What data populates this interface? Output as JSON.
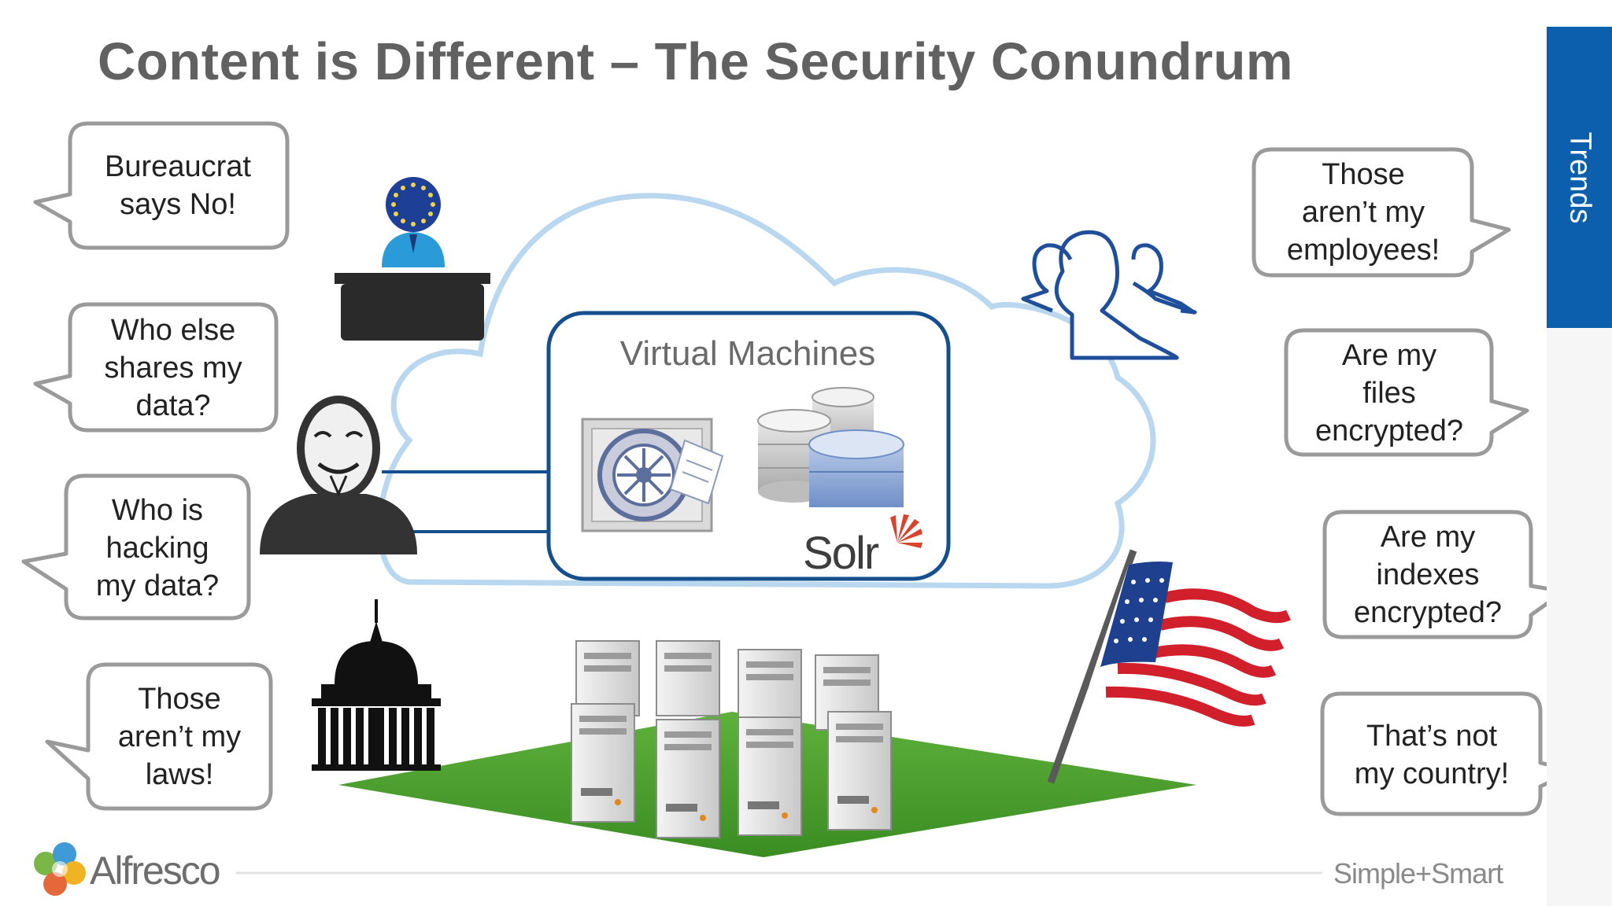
{
  "slide": {
    "title": "Content is Different – The Security Conundrum",
    "side_tab": "Trends"
  },
  "bubbles": [
    {
      "id": "bureaucrat",
      "text": "Bureaucrat\nsays No!"
    },
    {
      "id": "who-shares",
      "text": "Who else\nshares my\ndata?"
    },
    {
      "id": "who-hacking",
      "text": "Who is\nhacking\nmy data?"
    },
    {
      "id": "not-my-laws",
      "text": "Those\naren’t my\nlaws!"
    },
    {
      "id": "not-employees",
      "text": "Those\naren’t my\nemployees!"
    },
    {
      "id": "files-encrypted",
      "text": "Are my\nfiles\nencrypted?"
    },
    {
      "id": "indexes-encrypted",
      "text": "Are my\nindexes\nencrypted?"
    },
    {
      "id": "not-my-country",
      "text": "That’s not\nmy country!"
    }
  ],
  "cloud": {
    "vm_label": "Virtual Machines",
    "solr_label": "Solr"
  },
  "footer": {
    "brand": "Alfresco",
    "tagline": "Simple+Smart"
  },
  "icons": [
    "eu-flag-icon",
    "podium-icon",
    "anonymous-mask-icon",
    "capitol-icon",
    "people-group-icon",
    "us-flag-icon",
    "vault-icon",
    "database-icon",
    "server-icon",
    "alfresco-logo-icon"
  ],
  "colors": {
    "title": "#616161",
    "accent_blue": "#0c5fac",
    "cloud_fill": "#ffffff",
    "cloud_stroke": "#b9d7ef",
    "vm_box_stroke": "#154f8d",
    "ground_green": "#4ea02c",
    "bubble_stroke": "#9a9a9a"
  }
}
